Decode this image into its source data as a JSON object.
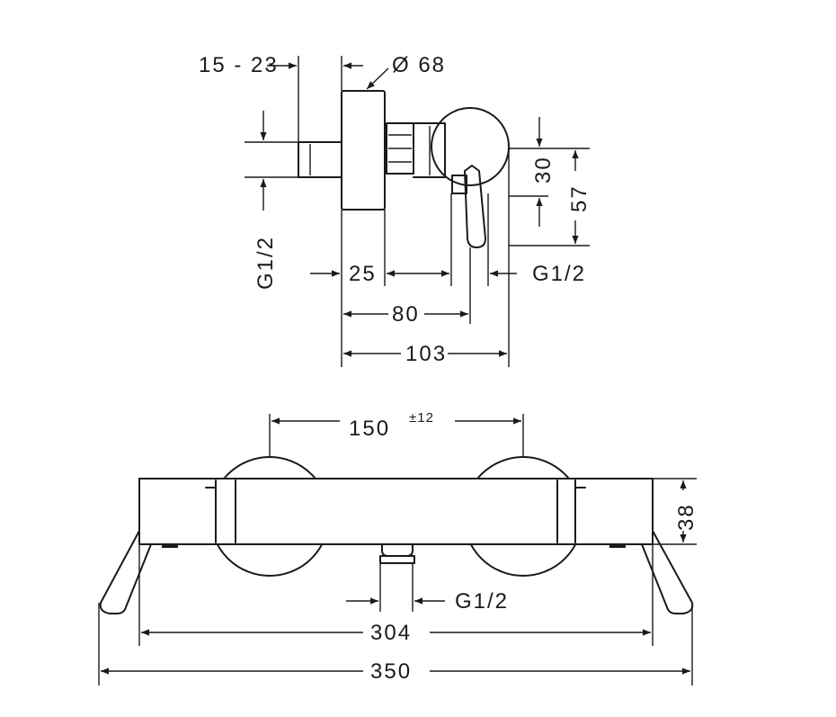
{
  "side_view": {
    "dim_wall_range": "15 - 23",
    "dim_diameter": "Ø 68",
    "dim_connection_left": "G1/2",
    "dim_25": "25",
    "dim_80": "80",
    "dim_103": "103",
    "dim_connection_right": "G1/2",
    "dim_30": "30",
    "dim_57": "57"
  },
  "front_view": {
    "dim_centers": "150",
    "dim_centers_tolerance": "±12",
    "dim_height": "38",
    "dim_outlet": "G1/2",
    "dim_304": "304",
    "dim_350": "350"
  }
}
